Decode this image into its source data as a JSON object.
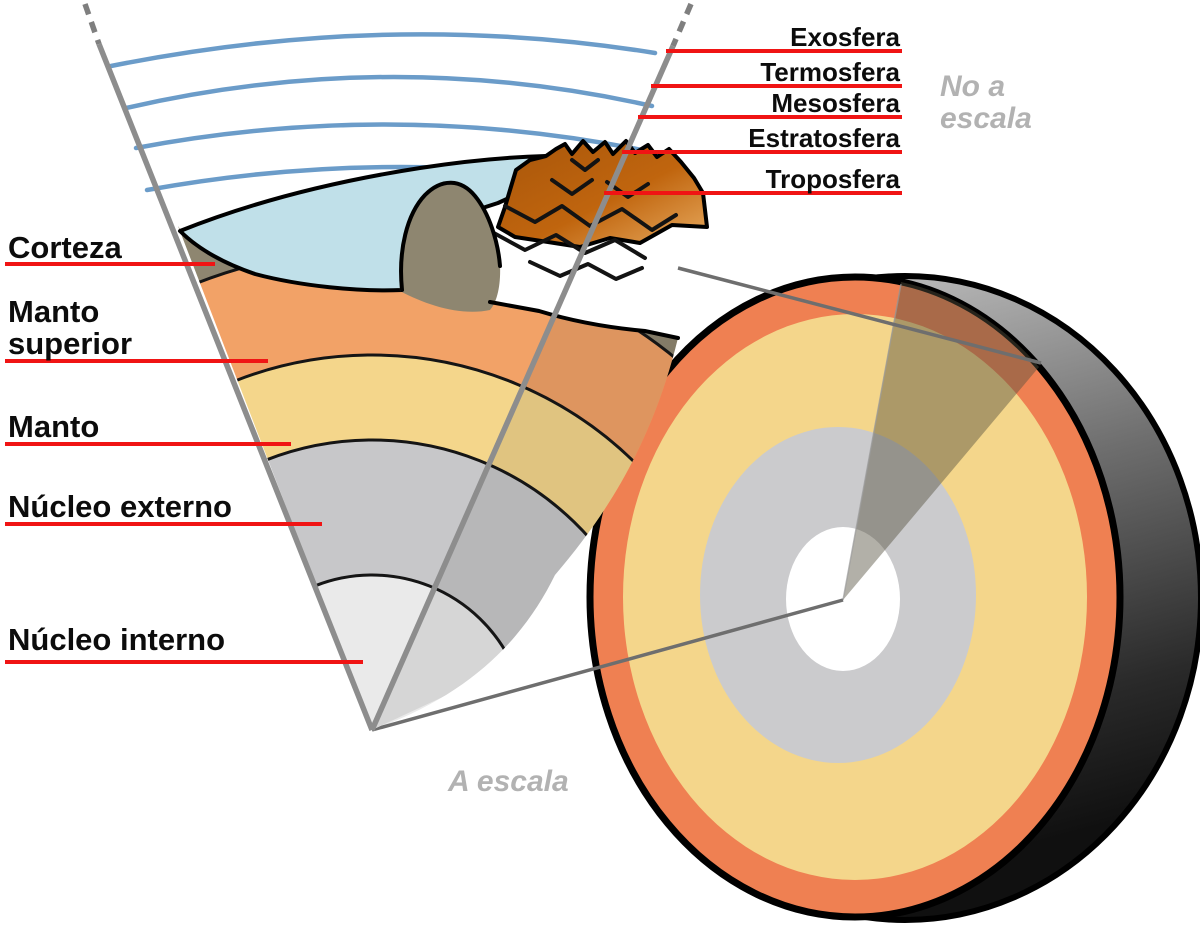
{
  "diagram": {
    "subject": "Earth cutaway layers diagram (Spanish)",
    "labels": {
      "atmosphere_layers": [
        {
          "label": "Exosfera"
        },
        {
          "label": "Termosfera"
        },
        {
          "label": "Mesosfera"
        },
        {
          "label": "Estratosfera"
        },
        {
          "label": "Troposfera"
        }
      ],
      "earth_layers": [
        {
          "label": "Corteza"
        },
        {
          "label_line1": "Manto",
          "label_line2": "superior"
        },
        {
          "label": "Manto"
        },
        {
          "label": "Núcleo externo"
        },
        {
          "label": "Núcleo interno"
        }
      ]
    },
    "annotations": {
      "not_to_scale_line1": "No a",
      "not_to_scale_line2": "escala",
      "to_scale": "A escala"
    },
    "colors": {
      "label_underline_red": "#f01414",
      "atmosphere_arc_blue": "#6b9cc9",
      "wedge_edge_gray": "#8d8d8d",
      "connector_gray": "#6e6e6e",
      "note_gray": "#b2b2b2",
      "crust": "#8e8670",
      "upper_mantle": "#f2a267",
      "mantle": "#f4d68b",
      "outer_core": "#c7c7c9",
      "inner_core": "#eaeaea",
      "ocean": "#c0e0e9",
      "mountain_dark": "#a8560b",
      "mountain_light": "#e8ab60",
      "globe_upper_mantle_ring": "#ef8052",
      "globe_mantle": "#f4d68b",
      "globe_outer_core": "#cbcbcd",
      "globe_inner_core": "#ffffff"
    }
  }
}
